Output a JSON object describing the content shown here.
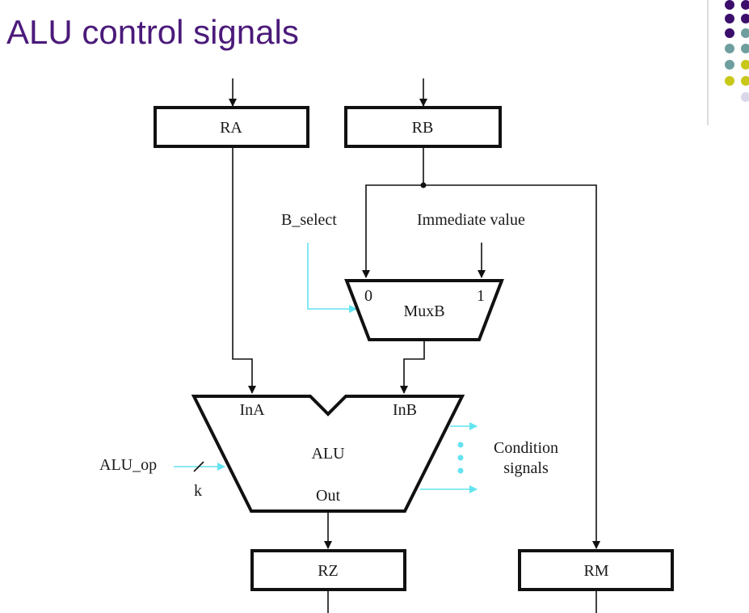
{
  "title": "ALU control signals",
  "colors": {
    "title": "#4b1a7a",
    "control_signal": "#63e3f0",
    "dot_purple": "#3b0e6b",
    "dot_teal": "#6f9e9e",
    "dot_yellow": "#c8c818",
    "dot_lavender": "#d8d8ea"
  },
  "diagram": {
    "register_ra": "RA",
    "register_rb": "RB",
    "register_rz": "RZ",
    "register_rm": "RM",
    "b_select": "B_select",
    "immediate_value": "Immediate value",
    "muxb_label": "MuxB",
    "muxb_input_0": "0",
    "muxb_input_1": "1",
    "alu_label": "ALU",
    "alu_in_a": "InA",
    "alu_in_b": "InB",
    "alu_out": "Out",
    "alu_op": "ALU_op",
    "alu_op_width": "k",
    "condition_signals_line1": "Condition",
    "condition_signals_line2": "signals"
  }
}
